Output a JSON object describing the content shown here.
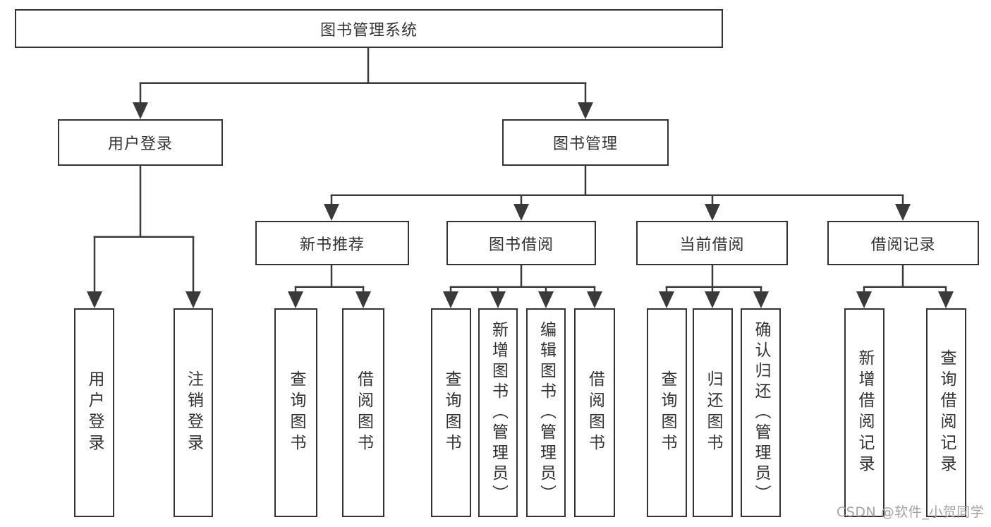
{
  "diagram_type": "hierarchy",
  "tree": {
    "label": "图书管理系统",
    "children": [
      {
        "label": "用户登录",
        "children": [
          {
            "label": "用户登录"
          },
          {
            "label": "注销登录"
          }
        ]
      },
      {
        "label": "图书管理",
        "children": [
          {
            "label": "新书推荐",
            "children": [
              {
                "label": "查询图书"
              },
              {
                "label": "借阅图书"
              }
            ]
          },
          {
            "label": "图书借阅",
            "children": [
              {
                "label": "查询图书"
              },
              {
                "label": "新增图书（管理员）"
              },
              {
                "label": "编辑图书（管理员）"
              },
              {
                "label": "借阅图书"
              }
            ]
          },
          {
            "label": "当前借阅",
            "children": [
              {
                "label": "查询图书"
              },
              {
                "label": "归还图书"
              },
              {
                "label": "确认归还（管理员）"
              }
            ]
          },
          {
            "label": "借阅记录",
            "children": [
              {
                "label": "新增借阅记录"
              },
              {
                "label": "查询借阅记录"
              }
            ]
          }
        ]
      }
    ]
  },
  "watermark": "CSDN @软件_小贺同学",
  "colors": {
    "line": "#3a3a3a",
    "box_border": "#333333",
    "text": "#333333",
    "watermark": "#a3a3a3",
    "background": "#ffffff"
  }
}
